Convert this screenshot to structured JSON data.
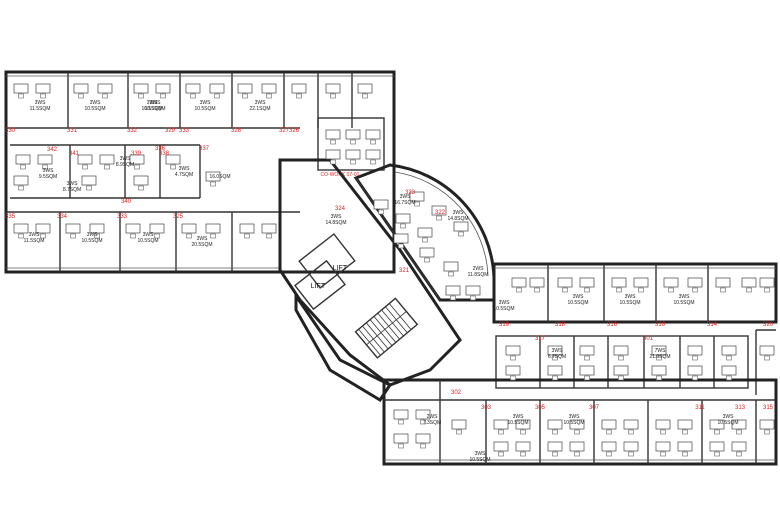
{
  "floor_plan": {
    "lift_label": "LIFT",
    "cowork_label": "CO-WORK 07-01",
    "rooms": [
      {
        "num": "330",
        "t1": "3WS",
        "t2": "11.5SQM"
      },
      {
        "num": "331",
        "t1": "3WS",
        "t2": "10.5SQM"
      },
      {
        "num": "332",
        "t1": "3WS",
        "t2": "10.5SQM"
      },
      {
        "num": "333",
        "t1": "3WS",
        "t2": "10.5SQM"
      },
      {
        "num": "329",
        "t1": "3WS",
        "t2": "10.5SQM"
      },
      {
        "num": "328",
        "t1": "3WS",
        "t2": "22.1SQM"
      },
      {
        "num": "327",
        "t1": "",
        "t2": ""
      },
      {
        "num": "326",
        "t1": "",
        "t2": ""
      },
      {
        "num": "342",
        "t1": "3WS",
        "t2": "9.5SQM"
      },
      {
        "num": "341",
        "t1": "3WS",
        "t2": "8.7SQM"
      },
      {
        "num": "340",
        "t1": "",
        "t2": ""
      },
      {
        "num": "339",
        "t1": "3WS",
        "t2": "8.9SQM"
      },
      {
        "num": "338",
        "t1": "3WS",
        "t2": "4.7SQM"
      },
      {
        "num": "337",
        "t1": "",
        "t2": "16.0SQM"
      },
      {
        "num": "336",
        "t1": "",
        "t2": ""
      },
      {
        "num": "335",
        "t1": "3WS",
        "t2": "11.5SQM"
      },
      {
        "num": "334",
        "t1": "3WS",
        "t2": "10.5SQM"
      },
      {
        "num": "333",
        "t1": "3WS",
        "t2": "10.5SQM"
      },
      {
        "num": "325",
        "t1": "3WS",
        "t2": "20.5SQM"
      },
      {
        "num": "324",
        "t1": "3WS",
        "t2": "14.8SQM"
      },
      {
        "num": "323",
        "t1": "3WS",
        "t2": "16.7SQM"
      },
      {
        "num": "322",
        "t1": "3WS",
        "t2": "14.8SQM"
      },
      {
        "num": "321",
        "t1": "2WS",
        "t2": "11.8SQM"
      },
      {
        "num": "319",
        "t1": "3WS",
        "t2": "10.5SQM"
      },
      {
        "num": "318",
        "t1": "3WS",
        "t2": "10.5SQM"
      },
      {
        "num": "316",
        "t1": "3WS",
        "t2": "10.5SQM"
      },
      {
        "num": "310",
        "t1": "3WS",
        "t2": "10.5SQM"
      },
      {
        "num": "314",
        "t1": "",
        "t2": ""
      },
      {
        "num": "320",
        "t1": "3WS",
        "t2": "6.6SQM"
      },
      {
        "num": "317",
        "t1": "3WS",
        "t2": "6.7SQM"
      },
      {
        "num": "301",
        "t1": "7WS",
        "t2": "21.0SQM"
      },
      {
        "num": "302",
        "t1": "2WS",
        "t2": "7.3SQM"
      },
      {
        "num": "303",
        "t1": "3WS",
        "t2": "10.5SQM"
      },
      {
        "num": "305",
        "t1": "3WS",
        "t2": "10.5SQM"
      },
      {
        "num": "307",
        "t1": "3WS",
        "t2": "10.5SQM"
      },
      {
        "num": "311",
        "t1": "3WS",
        "t2": "10.5SQM"
      },
      {
        "num": "313",
        "t1": "",
        "t2": ""
      },
      {
        "num": "315",
        "t1": "",
        "t2": ""
      }
    ]
  }
}
